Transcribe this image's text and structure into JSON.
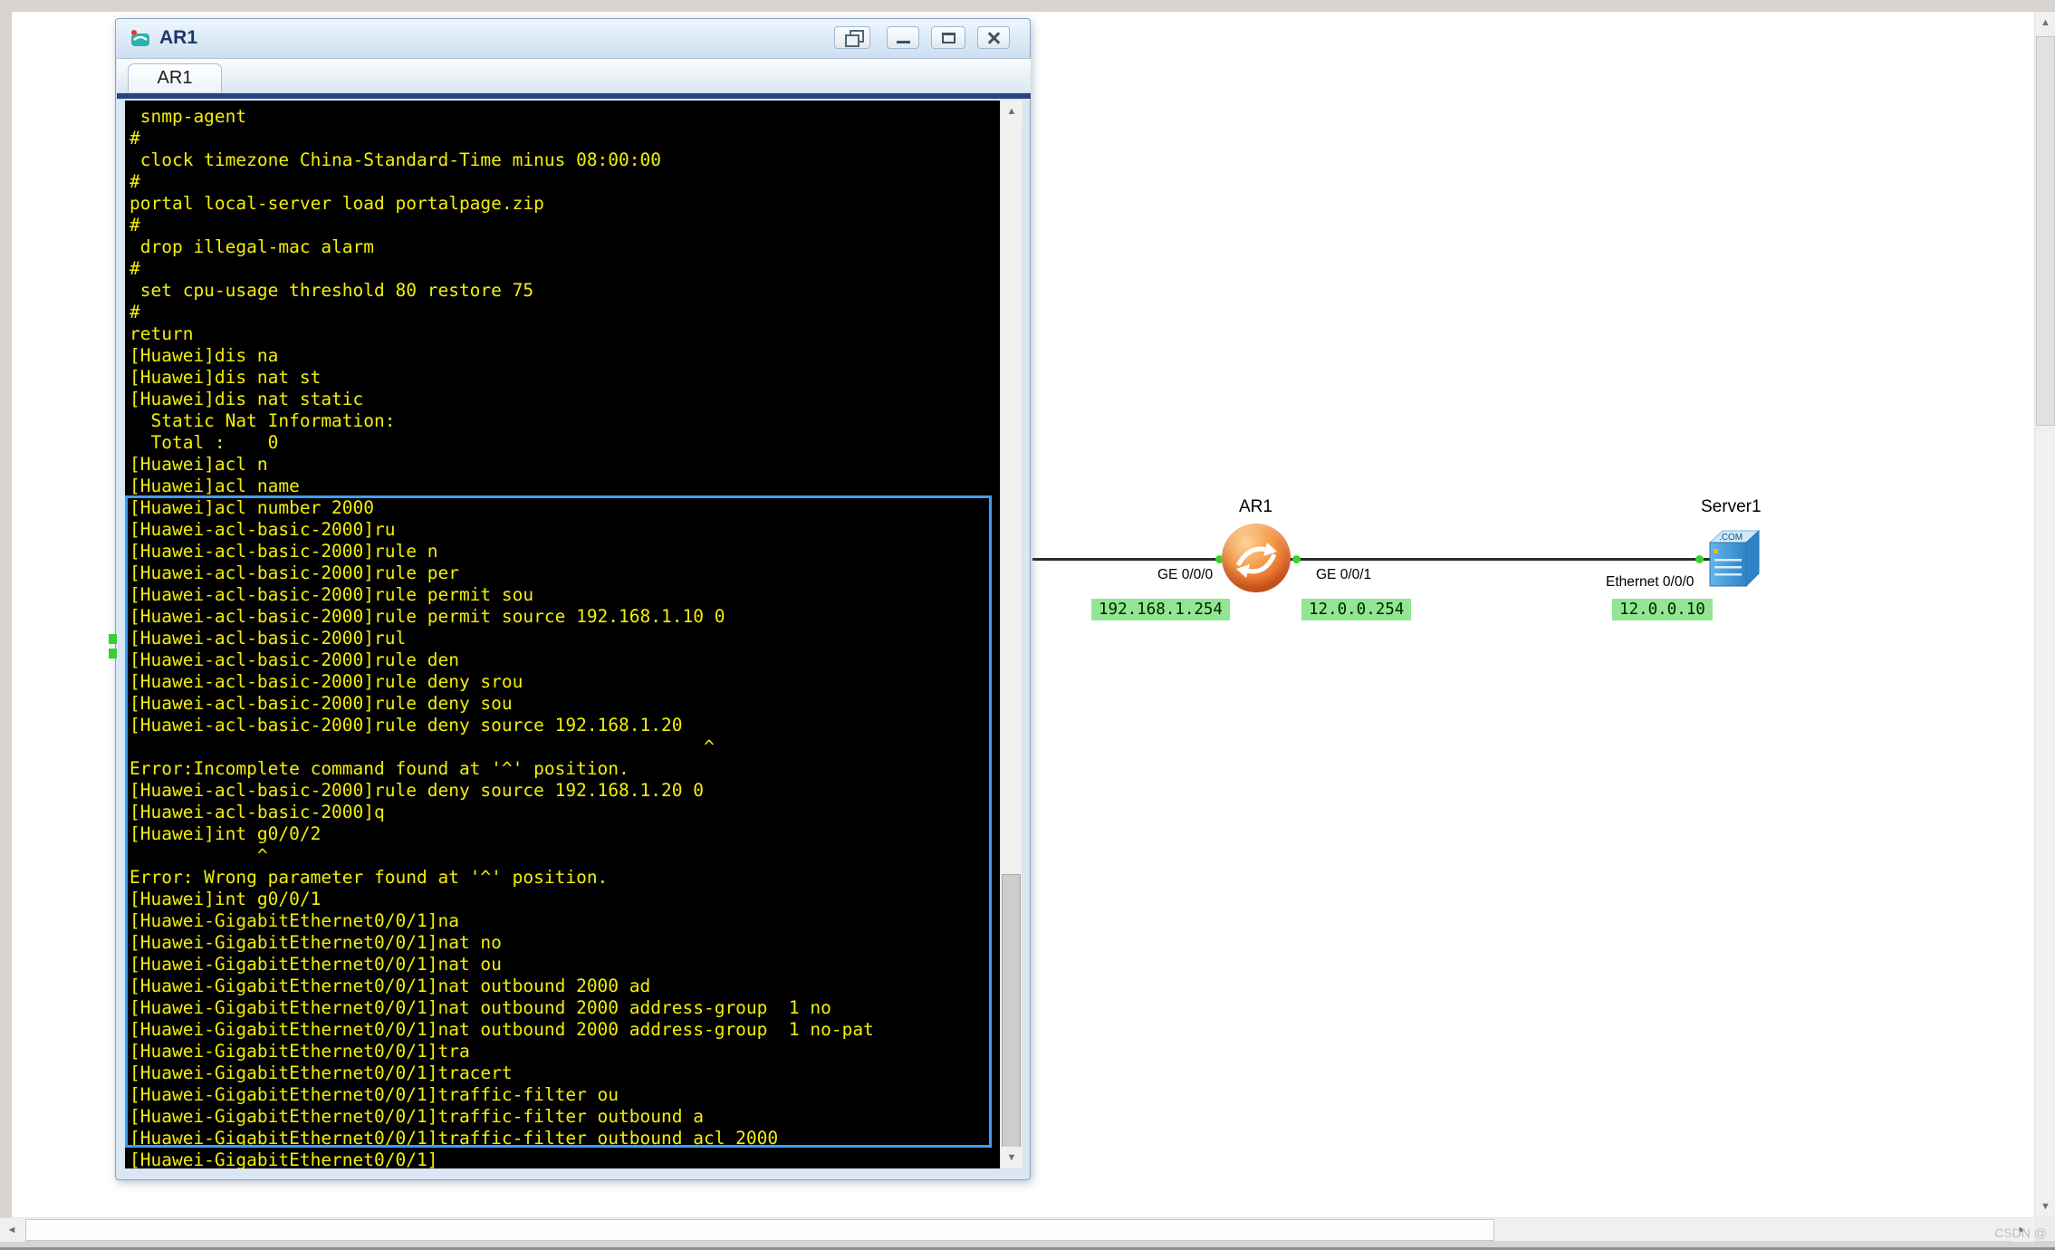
{
  "window": {
    "title": "AR1",
    "tab_label": "AR1"
  },
  "terminal": {
    "background": "#000000",
    "text_color": "#f2ee0a",
    "highlight_border": "#3e9ef0",
    "lines": [
      " snmp-agent",
      "#",
      " clock timezone China-Standard-Time minus 08:00:00",
      "#",
      "portal local-server load portalpage.zip",
      "#",
      " drop illegal-mac alarm",
      "#",
      " set cpu-usage threshold 80 restore 75",
      "#",
      "return",
      "[Huawei]dis na",
      "[Huawei]dis nat st",
      "[Huawei]dis nat static",
      "  Static Nat Information:",
      "  Total :    0",
      "[Huawei]acl n",
      "[Huawei]acl name",
      "[Huawei]acl number 2000",
      "[Huawei-acl-basic-2000]ru",
      "[Huawei-acl-basic-2000]rule n",
      "[Huawei-acl-basic-2000]rule per",
      "[Huawei-acl-basic-2000]rule permit sou",
      "[Huawei-acl-basic-2000]rule permit source 192.168.1.10 0",
      "[Huawei-acl-basic-2000]rul",
      "[Huawei-acl-basic-2000]rule den",
      "[Huawei-acl-basic-2000]rule deny srou",
      "[Huawei-acl-basic-2000]rule deny sou",
      "[Huawei-acl-basic-2000]rule deny source 192.168.1.20",
      "                                                      ^",
      "Error:Incomplete command found at '^' position.",
      "[Huawei-acl-basic-2000]rule deny source 192.168.1.20 0",
      "[Huawei-acl-basic-2000]q",
      "[Huawei]int g0/0/2",
      "            ^",
      "Error: Wrong parameter found at '^' position.",
      "[Huawei]int g0/0/1",
      "[Huawei-GigabitEthernet0/0/1]na",
      "[Huawei-GigabitEthernet0/0/1]nat no",
      "[Huawei-GigabitEthernet0/0/1]nat ou",
      "[Huawei-GigabitEthernet0/0/1]nat outbound 2000 ad",
      "[Huawei-GigabitEthernet0/0/1]nat outbound 2000 address-group  1 no",
      "[Huawei-GigabitEthernet0/0/1]nat outbound 2000 address-group  1 no-pat",
      "[Huawei-GigabitEthernet0/0/1]tra",
      "[Huawei-GigabitEthernet0/0/1]tracert",
      "[Huawei-GigabitEthernet0/0/1]traffic-filter ou",
      "[Huawei-GigabitEthernet0/0/1]traffic-filter outbound a",
      "[Huawei-GigabitEthernet0/0/1]traffic-filter outbound acl 2000",
      "[Huawei-GigabitEthernet0/0/1]"
    ]
  },
  "topology": {
    "devices": [
      {
        "label": "AR1",
        "type": "router"
      },
      {
        "label": "Server1",
        "type": "server",
        "badge": ".COM"
      }
    ],
    "interface_labels": [
      "GE 0/0/0",
      "GE 0/0/1",
      "Ethernet 0/0/0"
    ],
    "ip_labels": [
      "192.168.1.254",
      "12.0.0.254",
      "12.0.0.10"
    ],
    "ip_label_bg": "#92e692",
    "link_dot_color": "#3ad32e"
  },
  "icons": {
    "scroll_up": "▲",
    "scroll_down": "▼",
    "scroll_left": "◄",
    "scroll_right": "►"
  },
  "watermark": "CSDN @"
}
